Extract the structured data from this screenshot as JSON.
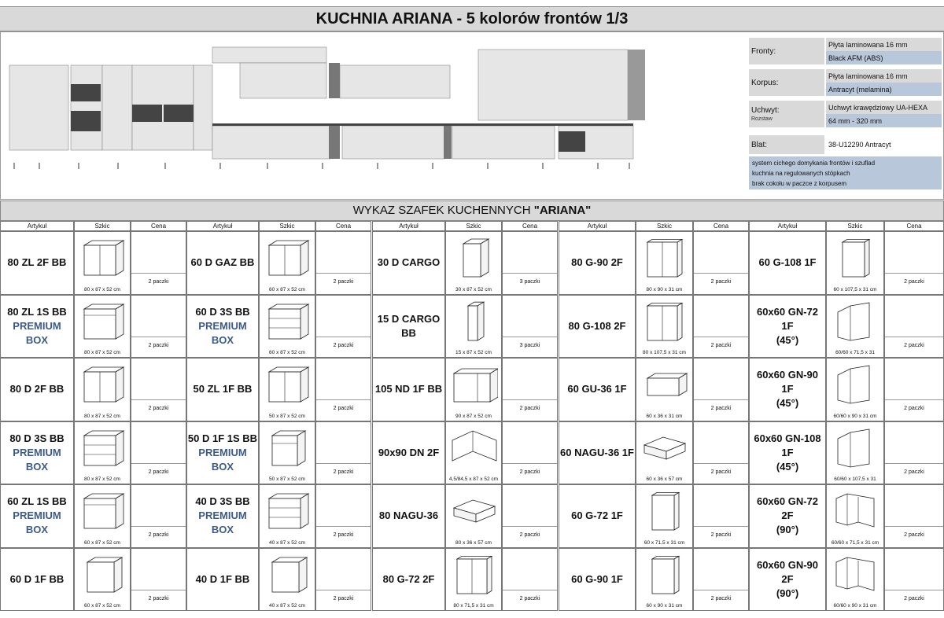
{
  "title": "KUCHNIA ARIANA - 5 kolorów frontów  1/3",
  "specs": {
    "fronty": {
      "label": "Fronty:",
      "v1": "Płyta laminowana 16 mm",
      "v2": "Black AFM  (ABS)"
    },
    "korpus": {
      "label": "Korpus:",
      "v1": "Płyta laminowana 16 mm",
      "v2": "Antracyt (melamina)"
    },
    "uchwyt": {
      "label": "Uchwyt:",
      "sub": "Rozstaw",
      "v1": "Uchwyt krawędziowy UA-HEXA",
      "v2": "64 mm - 320 mm"
    },
    "blat": {
      "label": "Blat:",
      "v1": "38-U12290 Antracyt"
    },
    "notes": [
      "system cichego domykania frontów i szuflad",
      "kuchnia na regulowanych stópkach",
      "brak cokołu w paczce z korpusem"
    ]
  },
  "wykaz": {
    "prefix": "WYKAZ SZAFEK KUCHENNYCH ",
    "name": "\"ARIANA\""
  },
  "headers": {
    "artykul": "Artykuł",
    "szkic": "Szkic",
    "cena": "Cena"
  },
  "columns": [
    [
      {
        "lines": [
          "80 ZL 2F BB"
        ],
        "dim": "80 x 87 x 52 cm",
        "pk": "2 paczki",
        "icon": "sink-base-icon"
      },
      {
        "lines": [
          "80 ZL 1S BB",
          "PREMIUM",
          "BOX"
        ],
        "dim": "80 x 87 x 52 cm",
        "pk": "2 paczki",
        "icon": "sink-drawer-icon"
      },
      {
        "lines": [
          "80 D 2F BB"
        ],
        "dim": "80 x 87 x 52 cm",
        "pk": "2 paczki",
        "icon": "base-2door-icon"
      },
      {
        "lines": [
          "80 D 3S BB",
          "PREMIUM",
          "BOX"
        ],
        "dim": "80 x 87 x 52 cm",
        "pk": "2 paczki",
        "icon": "base-3drawer-icon"
      },
      {
        "lines": [
          "60 ZL 1S BB",
          "PREMIUM",
          "BOX"
        ],
        "dim": "60 x 87 x 52 cm",
        "pk": "2 paczki",
        "icon": "sink-drawer-icon"
      },
      {
        "lines": [
          "60 D 1F BB"
        ],
        "dim": "60 x 87 x 52 cm",
        "pk": "2 paczki",
        "icon": "base-1door-icon"
      }
    ],
    [
      {
        "lines": [
          "60 D GAZ BB"
        ],
        "dim": "60 x 87 x 52 cm",
        "pk": "2 paczki",
        "icon": "oven-base-icon"
      },
      {
        "lines": [
          "60 D 3S BB",
          "PREMIUM",
          "BOX"
        ],
        "dim": "60 x 87 x 52 cm",
        "pk": "2 paczki",
        "icon": "base-3drawer-icon"
      },
      {
        "lines": [
          "50 ZL 1F BB"
        ],
        "dim": "50 x 87 x 52 cm",
        "pk": "2 paczki",
        "icon": "sink-base-icon"
      },
      {
        "lines": [
          "50 D 1F 1S BB",
          "PREMIUM",
          "BOX"
        ],
        "dim": "50 x 87 x 52 cm",
        "pk": "2 paczki",
        "icon": "base-door-drawer-icon"
      },
      {
        "lines": [
          "40 D 3S BB",
          "PREMIUM",
          "BOX"
        ],
        "dim": "40 x 87 x 52 cm",
        "pk": "2 paczki",
        "icon": "base-3drawer-icon"
      },
      {
        "lines": [
          "40 D 1F BB"
        ],
        "dim": "40 x 87 x 52 cm",
        "pk": "2 paczki",
        "icon": "base-1door-icon"
      }
    ],
    [
      {
        "lines": [
          "30 D CARGO"
        ],
        "dim": "30 x 87 x 52 cm",
        "pk": "3 paczki",
        "icon": "cargo-icon"
      },
      {
        "lines": [
          "15 D CARGO BB"
        ],
        "dim": "15 x 87 x 52 cm",
        "pk": "3 paczki",
        "icon": "cargo-narrow-icon"
      },
      {
        "lines": [
          "105 ND 1F BB"
        ],
        "dim": "90 x 87 x 52 cm",
        "pk": "2 paczki",
        "icon": "corner-base-icon"
      },
      {
        "lines": [
          "90x90 DN 2F"
        ],
        "dim": "4,5/84,5 x 87 x 52 cm",
        "pk": "2 paczki",
        "icon": "l-corner-base-icon"
      },
      {
        "lines": [
          "80 NAGU-36"
        ],
        "dim": "80 x 36 x 57 cm",
        "pk": "2 paczki",
        "icon": "hood-cabinet-icon"
      },
      {
        "lines": [
          "80 G-72 2F"
        ],
        "dim": "80 x 71,5 x 31 cm",
        "pk": "2 paczki",
        "icon": "wall-2door-icon"
      }
    ],
    [
      {
        "lines": [
          "80 G-90 2F"
        ],
        "dim": "80 x 90 x 31 cm",
        "pk": "2 paczki",
        "icon": "wall-2door-icon"
      },
      {
        "lines": [
          "80 G-108 2F"
        ],
        "dim": "80 x 107,5 x 31 cm",
        "pk": "2 paczki",
        "icon": "wall-2door-icon"
      },
      {
        "lines": [
          "60 GU-36 1F"
        ],
        "dim": "60 x 36 x 31 cm",
        "pk": "2 paczki",
        "icon": "wall-flap-icon"
      },
      {
        "lines": [
          "60 NAGU-36 1F"
        ],
        "dim": "60 x 36 x 57 cm",
        "pk": "2 paczki",
        "icon": "hood-cabinet-icon"
      },
      {
        "lines": [
          "60 G-72 1F"
        ],
        "dim": "60 x 71,5 x 31 cm",
        "pk": "2 paczki",
        "icon": "wall-1door-icon"
      },
      {
        "lines": [
          "60 G-90 1F"
        ],
        "dim": "60 x 90 x 31 cm",
        "pk": "2 paczki",
        "icon": "wall-1door-icon"
      }
    ],
    [
      {
        "lines": [
          "60 G-108 1F"
        ],
        "dim": "60 x 107,5 x 31 cm",
        "pk": "2 paczki",
        "icon": "wall-1door-icon"
      },
      {
        "lines": [
          "60x60 GN-72 1F",
          "(45°)"
        ],
        "dim": "60/60 x 71,5 x 31",
        "pk": "2 paczki",
        "icon": "corner-wall-45-icon"
      },
      {
        "lines": [
          "60x60 GN-90 1F",
          "(45°)"
        ],
        "dim": "60/60 x 90 x 31 cm",
        "pk": "2 paczki",
        "icon": "corner-wall-45-icon"
      },
      {
        "lines": [
          "60x60 GN-108",
          "1F",
          "(45°)"
        ],
        "dim": "60/60 x 107,5 x 31",
        "pk": "2 paczki",
        "icon": "corner-wall-45-icon"
      },
      {
        "lines": [
          "60x60 GN-72 2F",
          "(90°)"
        ],
        "dim": "60/60  x 71,5 x 31 cm",
        "pk": "2 paczki",
        "icon": "corner-wall-90-icon"
      },
      {
        "lines": [
          "60x60 GN-90 2F",
          "(90°)"
        ],
        "dim": "60/60 x 90 x 31 cm",
        "pk": "2 paczki",
        "icon": "corner-wall-90-icon"
      }
    ]
  ]
}
